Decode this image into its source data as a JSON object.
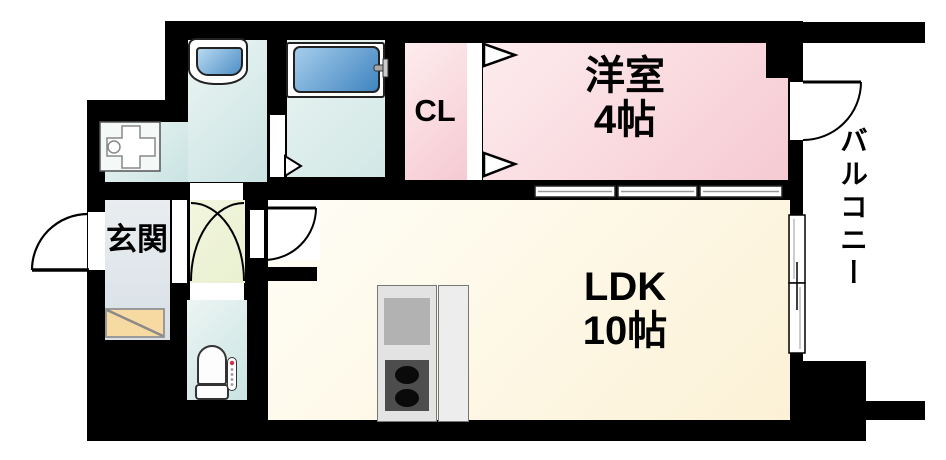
{
  "plan": {
    "rooms": {
      "western_room": {
        "name": "洋室",
        "size": "4帖"
      },
      "ldk": {
        "name": "LDK",
        "size": "10帖"
      },
      "closet": {
        "abbr": "CL"
      },
      "entrance": {
        "name": "玄関"
      },
      "balcony": {
        "name": "バルコニー"
      }
    },
    "colors": {
      "wall": "#000000",
      "western_room_fill": "#f6cad2",
      "closet_fill": "#f6cad2",
      "ldk_fill": "#fcf1d6",
      "wet_area_fill": "#c9e3e2",
      "entrance_fill": "#d8e0e6",
      "hallway_fill": "#e9f0d0",
      "shoe_cabinet_fill": "#f7d9a2",
      "bathtub_fill": "#3f84c0",
      "stove_fill": "#4d4d4d"
    },
    "fixtures": [
      "bathtub",
      "washbasin",
      "washing-machine-pan",
      "toilet",
      "kitchen-counter",
      "gas-stove",
      "shoe-cabinet",
      "sliding-door",
      "balcony-window"
    ]
  }
}
